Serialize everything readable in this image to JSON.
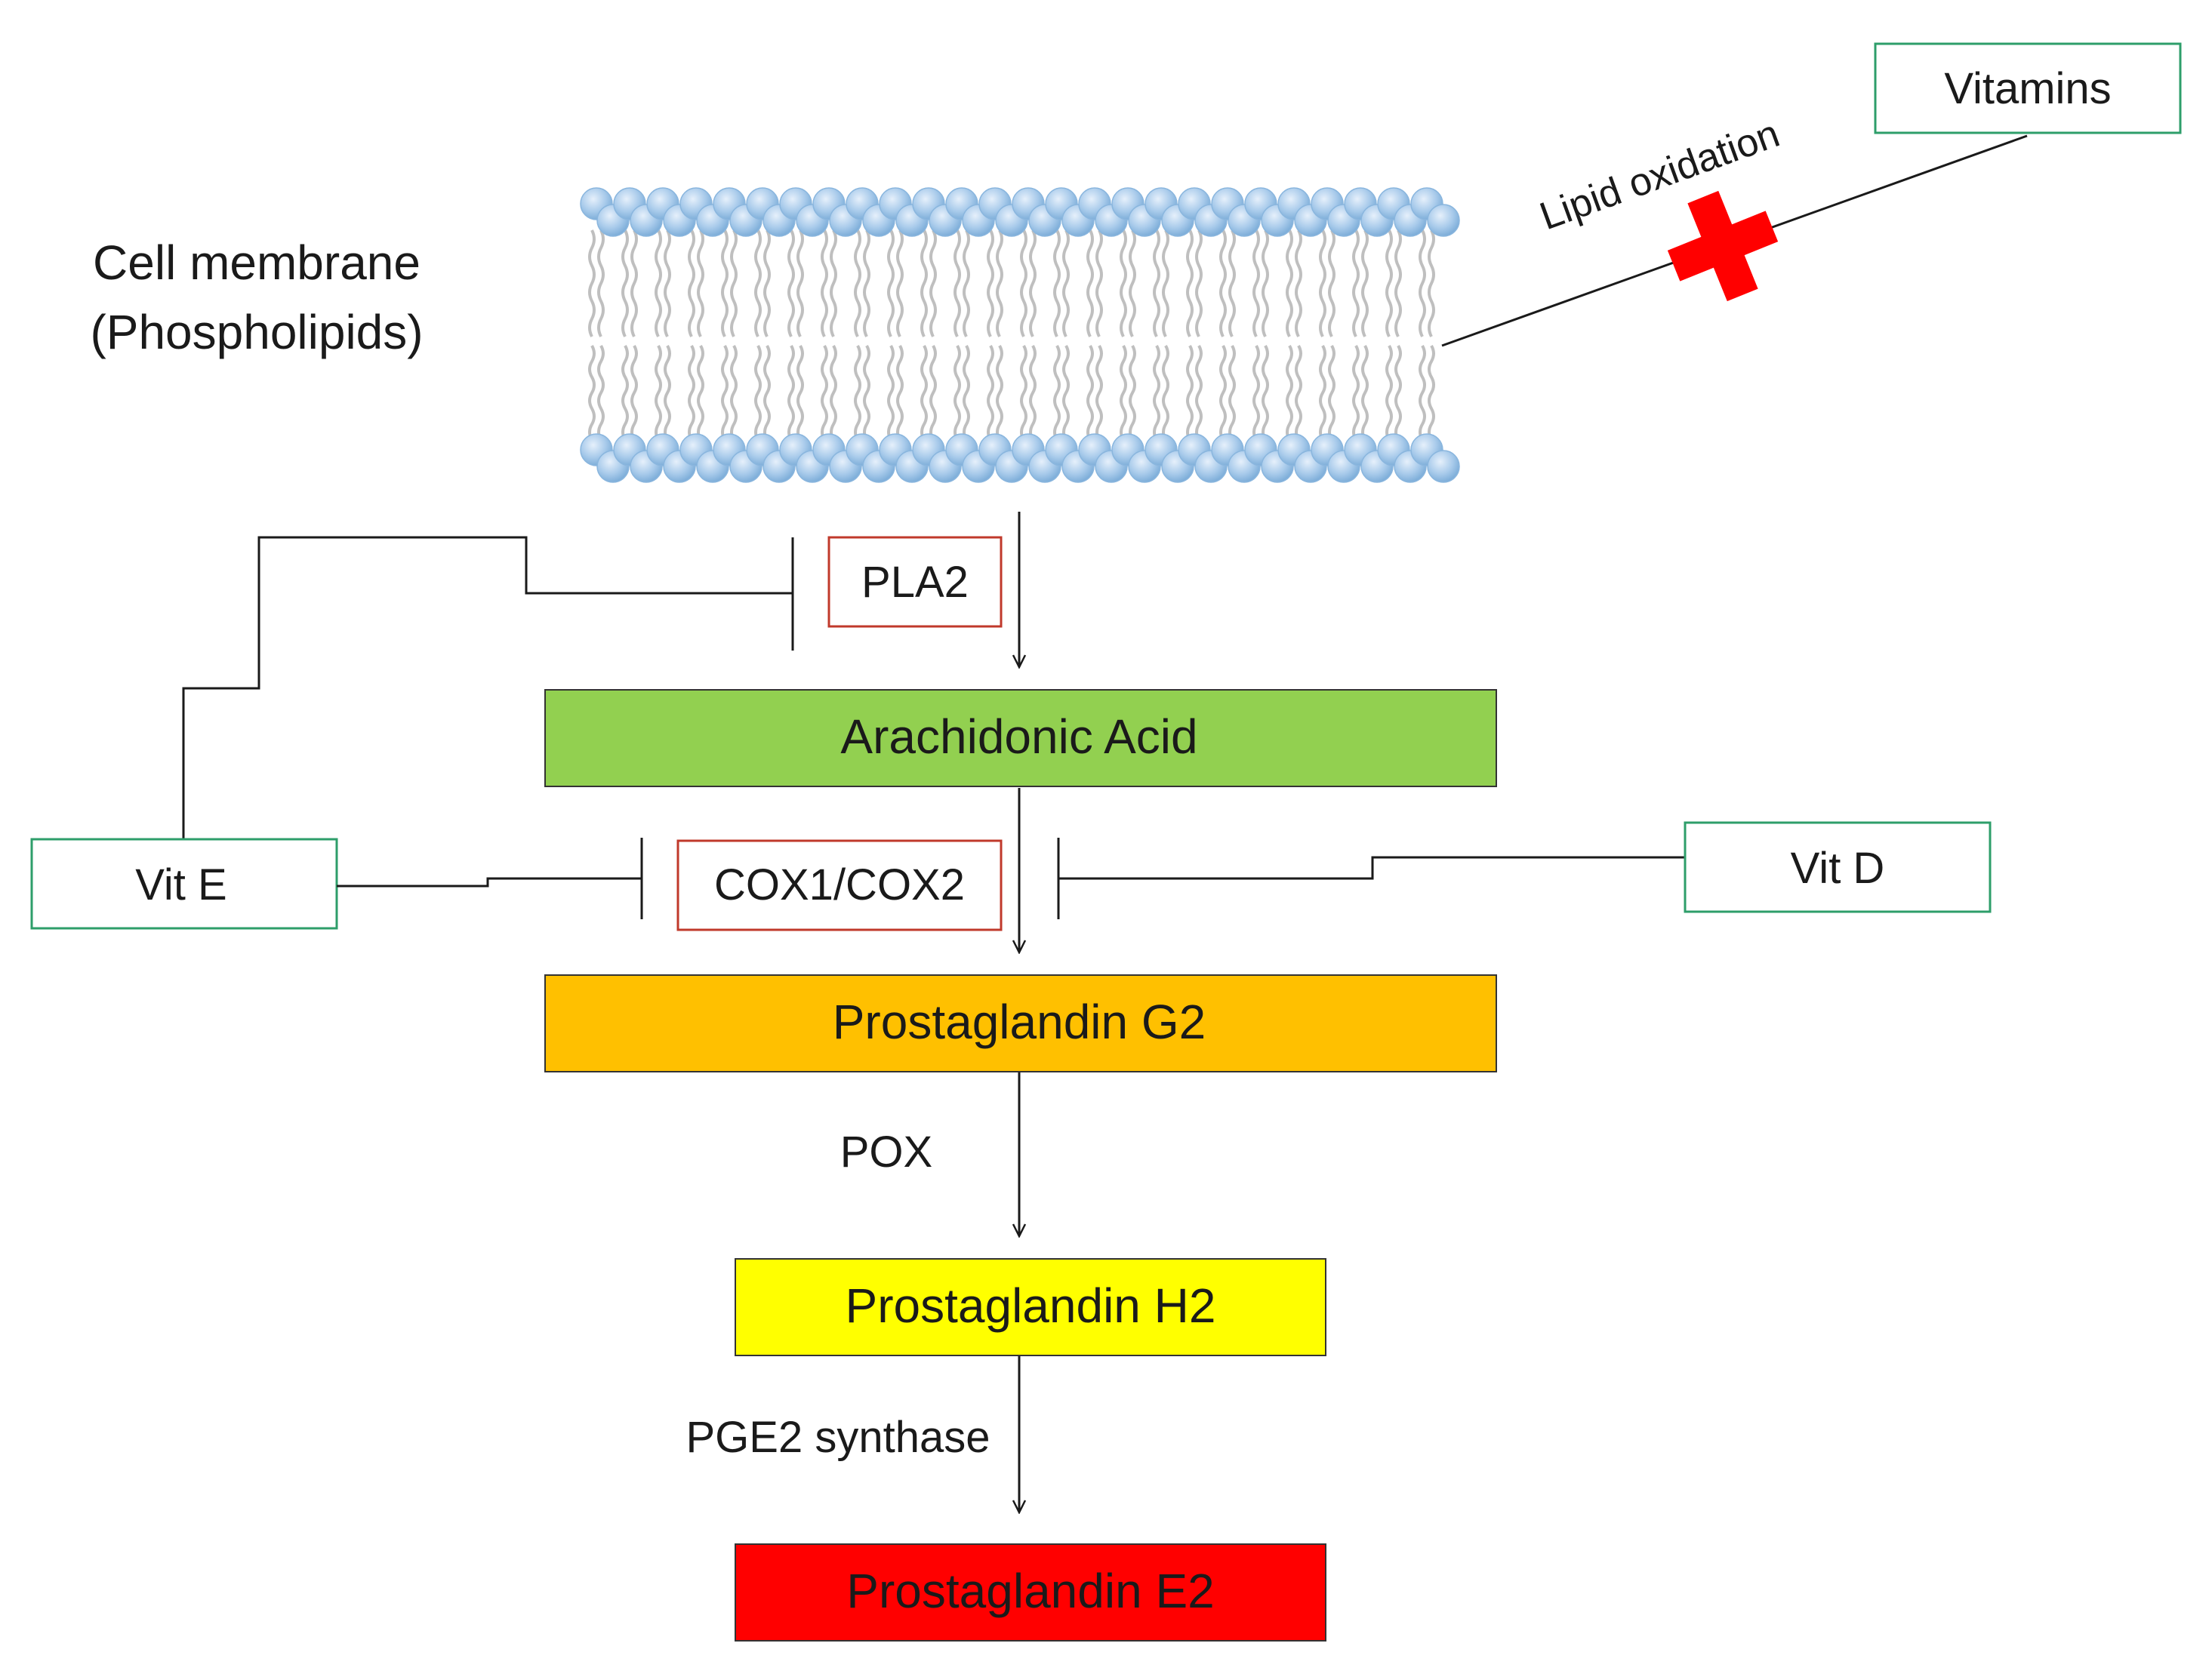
{
  "labels": {
    "membrane_line1": "Cell membrane",
    "membrane_line2": "(Phospholipids)",
    "lipid_oxidation": "Lipid oxidation",
    "vitamins": "Vitamins",
    "pla2": "PLA2",
    "cox": "COX1/COX2",
    "vit_e": "Vit E",
    "vit_d": "Vit D",
    "pox": "POX",
    "pge2_synthase": "PGE2 synthase"
  },
  "pathway": [
    {
      "id": "arachidonic",
      "label": "Arachidonic Acid",
      "color": "#92d050"
    },
    {
      "id": "pgg2",
      "label": "Prostaglandin G2",
      "color": "#ffc000"
    },
    {
      "id": "pgh2",
      "label": "Prostaglandin H2",
      "color": "#ffff00"
    },
    {
      "id": "pge2",
      "label": "Prostaglandin E2",
      "color": "#ff0000"
    }
  ],
  "colors": {
    "enzyme_border": "#c0392b",
    "vitamin_border": "#2e9e6a",
    "membrane_head": "#9dc3e6",
    "membrane_tail": "#bfbfbf",
    "cross": "#ff0000"
  },
  "icons": {
    "cross": "red-x-cross-icon",
    "membrane": "phospholipid-bilayer-icon"
  }
}
